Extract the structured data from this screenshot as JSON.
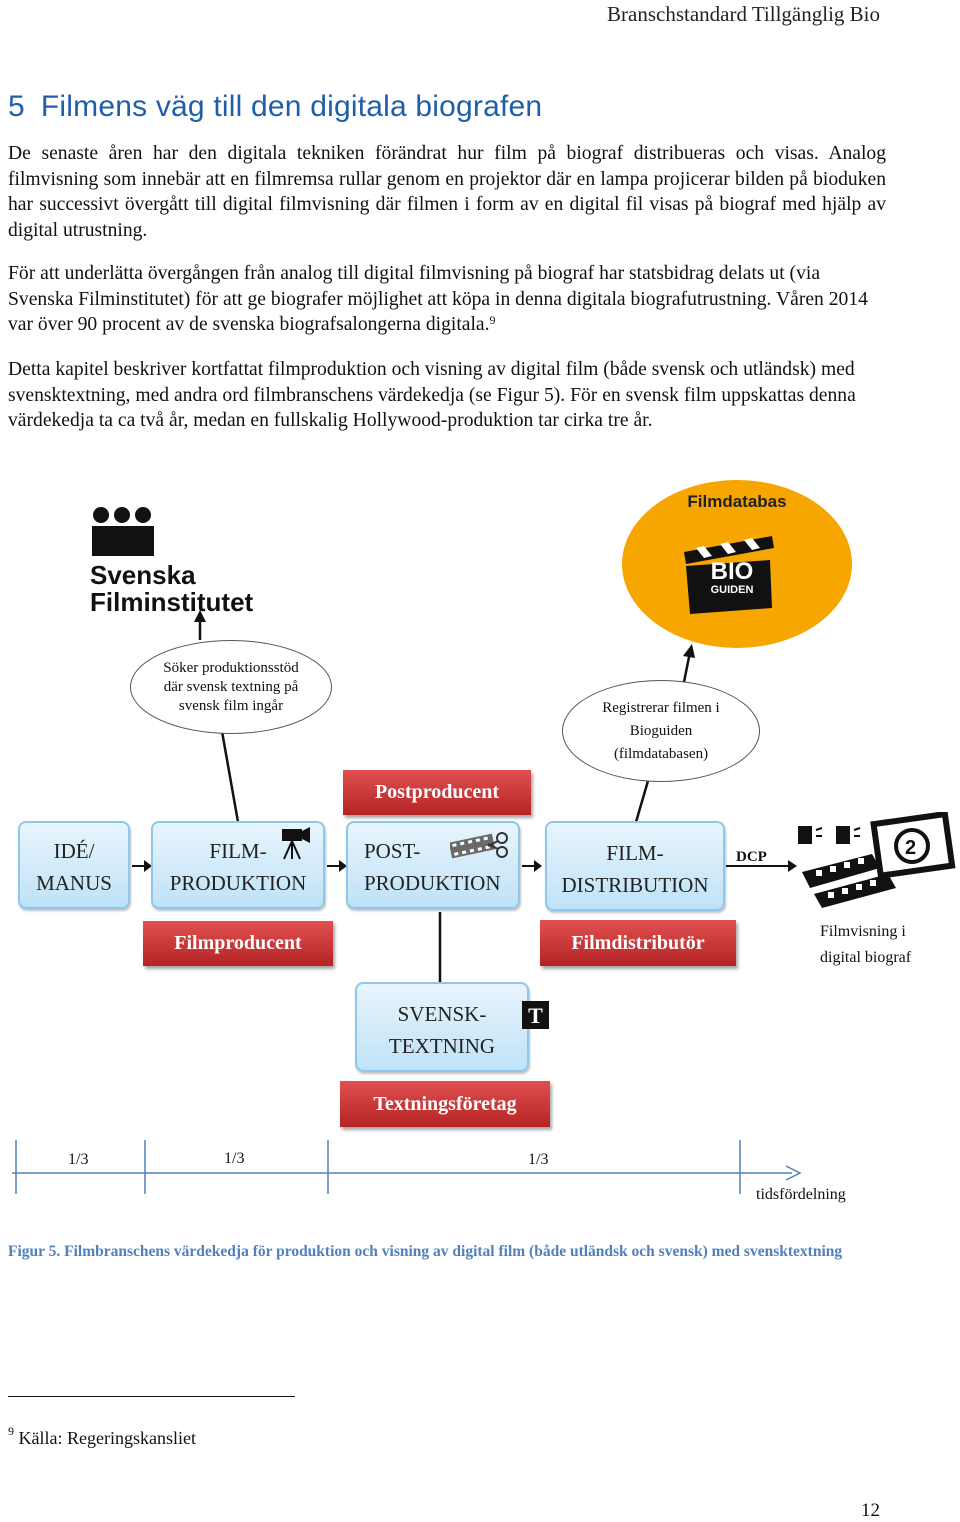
{
  "header": {
    "title": "Branschstandard Tillgänglig Bio"
  },
  "section": {
    "number": "5",
    "title": "Filmens väg till den digitala biografen"
  },
  "paragraphs": {
    "p1": "De senaste åren har den digitala tekniken förändrat hur film på biograf distribueras och visas. Analog filmvisning som innebär att en filmremsa rullar genom en projektor där en lampa projicerar bilden på bioduken har successivt övergått till digital filmvisning där filmen i form av en digital fil visas på biograf med hjälp av digital utrustning.",
    "p2": "För att underlätta övergången från analog till digital filmvisning på biograf har statsbidrag delats ut (via Svenska Filminstitutet) för att ge biografer möjlighet att köpa in denna digitala biografutrustning. Våren 2014 var över 90 procent av de svenska biografsalongerna digitala.",
    "p2_footnote_ref": "9",
    "p3": "Detta kapitel beskriver kortfattat filmproduktion och visning av digital film (både svensk och utländsk) med svensktextning, med andra ord filmbranschens värdekedja (se Figur 5). För en svensk film uppskattas denna värdekedja ta ca två år, medan en fullskalig Hollywood-produktion tar cirka tre år."
  },
  "figure": {
    "sfi_logo": {
      "line1": "Svenska",
      "line2": "Filminstitutet"
    },
    "filmdb": {
      "title": "Filmdatabas",
      "logo_line1": "BIO",
      "logo_line2": "GUIDEN"
    },
    "bubble_left": "Söker produktionsstöd där svensk textning på svensk film ingår",
    "bubble_right_1": "Registrerar filmen i",
    "bubble_right_2": "Bioguiden",
    "bubble_right_3": "(filmdatabasen)",
    "steps": {
      "idea_1": "IDÉ/",
      "idea_2": "MANUS",
      "prod_1": "FILM-",
      "prod_2": "PRODUKTION",
      "post_1": "POST-",
      "post_2": "PRODUKTION",
      "dist_1": "FILM-",
      "dist_2": "DISTRIBUTION",
      "sub_1": "SVENSK-",
      "sub_2": "TEXTNING"
    },
    "roles": {
      "postproducent": "Postproducent",
      "filmproducent": "Filmproducent",
      "filmdistributor": "Filmdistributör",
      "textningsforetag": "Textningsföretag"
    },
    "dcp": "DCP",
    "cinema_label_1": "Filmvisning i",
    "cinema_label_2": "digital biograf",
    "t_badge": "T",
    "timeline": {
      "seg1": "1/3",
      "seg2": "1/3",
      "seg3": "1/3",
      "axis_label": "tidsfördelning"
    }
  },
  "caption": "Figur 5. Filmbranschens värdekedja för produktion och visning av digital film (både utländsk och svensk) med svensktextning",
  "footnote": {
    "number": "9",
    "text": "Källa: Regeringskansliet"
  },
  "page_number": "12",
  "colors": {
    "heading": "#1f5fa8",
    "caption": "#4f81bd",
    "role_red": "#c93030",
    "step_blue": "#bfe2f7",
    "filmdb_orange": "#f7a600"
  }
}
